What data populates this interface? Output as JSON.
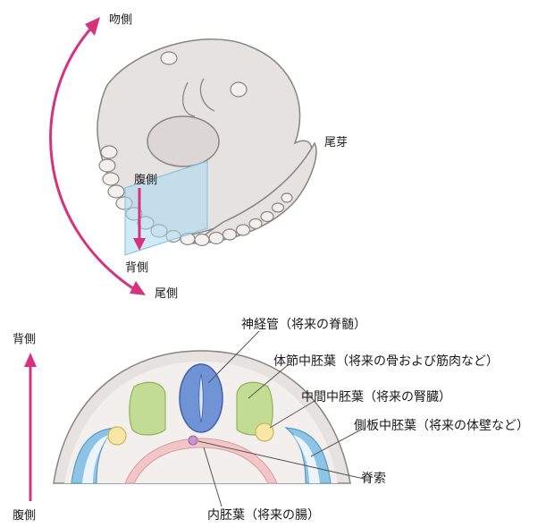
{
  "embryo": {
    "rostral": "吻側",
    "caudal": "尾側",
    "tail_bud": "尾芽",
    "ventral": "腹側",
    "dorsal": "背側"
  },
  "section": {
    "dorsal": "背側",
    "ventral": "腹側",
    "neural_tube": "神経管（将来の脊髄）",
    "somite_mesoderm": "体節中胚葉（将来の骨および筋肉など）",
    "intermediate_mesoderm": "中間中胚葉（将来の腎臓）",
    "lateral_plate_mesoderm": "側板中胚葉（将来の体壁など）",
    "notochord": "脊索",
    "endoderm": "内胚葉（将来の腸）"
  },
  "colors": {
    "arrow": "#d6337f",
    "embryo_fill": "#e6e2df",
    "embryo_stroke": "#8a8480",
    "plane": "#a9d8ee",
    "neural_tube": "#6f93d4",
    "somite": "#c2dc93",
    "intermediate": "#f6e7a4",
    "lateral_plate": "#8dc4e6",
    "endoderm": "#f2c6c8",
    "notochord": "#c996c9"
  }
}
